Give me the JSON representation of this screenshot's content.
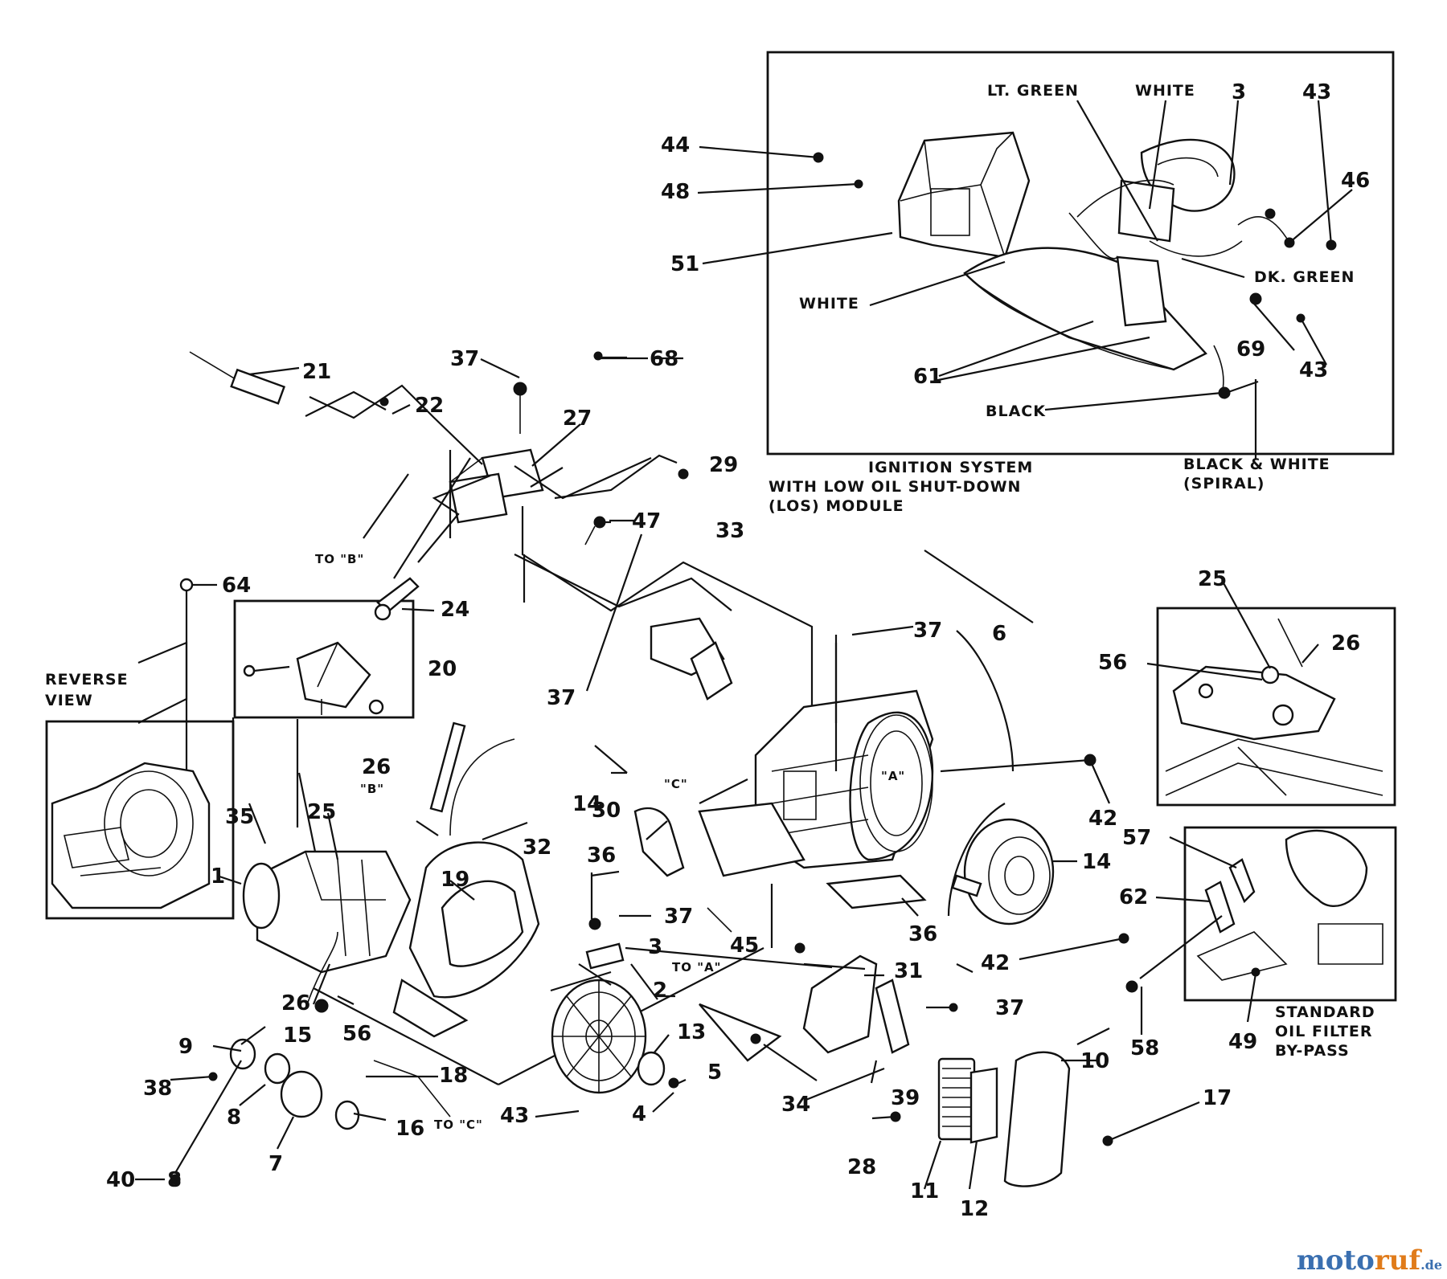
{
  "callouts": [
    {
      "id": "c44",
      "text": "44"
    },
    {
      "id": "c48",
      "text": "48"
    },
    {
      "id": "c51",
      "text": "51"
    },
    {
      "id": "c3",
      "text": "3"
    },
    {
      "id": "c43a",
      "text": "43"
    },
    {
      "id": "c46",
      "text": "46"
    },
    {
      "id": "c69",
      "text": "69"
    },
    {
      "id": "c43b",
      "text": "43"
    },
    {
      "id": "c61",
      "text": "61"
    },
    {
      "id": "c21",
      "text": "21"
    },
    {
      "id": "c22",
      "text": "22"
    },
    {
      "id": "c37a",
      "text": "37"
    },
    {
      "id": "c68",
      "text": "68"
    },
    {
      "id": "c27",
      "text": "27"
    },
    {
      "id": "c29",
      "text": "29"
    },
    {
      "id": "c47",
      "text": "47"
    },
    {
      "id": "c24",
      "text": "24"
    },
    {
      "id": "c33",
      "text": "33"
    },
    {
      "id": "c37b",
      "text": "37"
    },
    {
      "id": "c6",
      "text": "6"
    },
    {
      "id": "c64",
      "text": "64"
    },
    {
      "id": "c20",
      "text": "20"
    },
    {
      "id": "c37c",
      "text": "37"
    },
    {
      "id": "c26a",
      "text": "26"
    },
    {
      "id": "c35",
      "text": "35"
    },
    {
      "id": "c25a",
      "text": "25"
    },
    {
      "id": "c1",
      "text": "1"
    },
    {
      "id": "c19",
      "text": "19"
    },
    {
      "id": "c14a",
      "text": "14"
    },
    {
      "id": "c32",
      "text": "32"
    },
    {
      "id": "c36a",
      "text": "36"
    },
    {
      "id": "c30",
      "text": "30"
    },
    {
      "id": "c37d",
      "text": "37"
    },
    {
      "id": "c42a",
      "text": "42"
    },
    {
      "id": "c14b",
      "text": "14"
    },
    {
      "id": "c36b",
      "text": "36"
    },
    {
      "id": "c42b",
      "text": "42"
    },
    {
      "id": "c3b",
      "text": "3"
    },
    {
      "id": "c2",
      "text": "2"
    },
    {
      "id": "c45",
      "text": "45"
    },
    {
      "id": "c31",
      "text": "31"
    },
    {
      "id": "c37e",
      "text": "37"
    },
    {
      "id": "c26b",
      "text": "26"
    },
    {
      "id": "c56a",
      "text": "56"
    },
    {
      "id": "c15",
      "text": "15"
    },
    {
      "id": "c9",
      "text": "9"
    },
    {
      "id": "c38",
      "text": "38"
    },
    {
      "id": "c8a",
      "text": "8"
    },
    {
      "id": "c13",
      "text": "13"
    },
    {
      "id": "c5",
      "text": "5"
    },
    {
      "id": "c4",
      "text": "4"
    },
    {
      "id": "c18",
      "text": "18"
    },
    {
      "id": "c43c",
      "text": "43"
    },
    {
      "id": "c16",
      "text": "16"
    },
    {
      "id": "c7",
      "text": "7"
    },
    {
      "id": "c40",
      "text": "40"
    },
    {
      "id": "c8b",
      "text": "8"
    },
    {
      "id": "c34",
      "text": "34"
    },
    {
      "id": "c39",
      "text": "39"
    },
    {
      "id": "c28",
      "text": "28"
    },
    {
      "id": "c11",
      "text": "11"
    },
    {
      "id": "c12",
      "text": "12"
    },
    {
      "id": "c10",
      "text": "10"
    },
    {
      "id": "c17",
      "text": "17"
    },
    {
      "id": "c25b",
      "text": "25"
    },
    {
      "id": "c26c",
      "text": "26"
    },
    {
      "id": "c56b",
      "text": "56"
    },
    {
      "id": "c57",
      "text": "57"
    },
    {
      "id": "c62",
      "text": "62"
    },
    {
      "id": "c58",
      "text": "58"
    },
    {
      "id": "c49",
      "text": "49"
    }
  ],
  "wire_labels": {
    "lt_green": "LT. GREEN",
    "white_top": "WHITE",
    "dk_green": "DK. GREEN",
    "white_left": "WHITE",
    "black": "BLACK",
    "black_white": "BLACK & WHITE",
    "black_white_sub": "(SPIRAL)"
  },
  "captions": {
    "ignition_line1": "IGNITION SYSTEM",
    "ignition_line2": "WITH LOW OIL SHUT-DOWN",
    "ignition_line3": "(LOS) MODULE",
    "reverse_line1": "REVERSE",
    "reverse_line2": "VIEW",
    "oil_line1": "STANDARD",
    "oil_line2": "OIL FILTER",
    "oil_line3": "BY-PASS"
  },
  "refs": {
    "to_b": "TO \"B\"",
    "to_a": "TO \"A\"",
    "to_c": "TO \"C\"",
    "mark_a": "\"A\"",
    "mark_b": "\"B\"",
    "mark_c": "\"C\""
  },
  "watermark": {
    "part1": "moto",
    "part2": "ruf",
    "part3": ".de"
  }
}
